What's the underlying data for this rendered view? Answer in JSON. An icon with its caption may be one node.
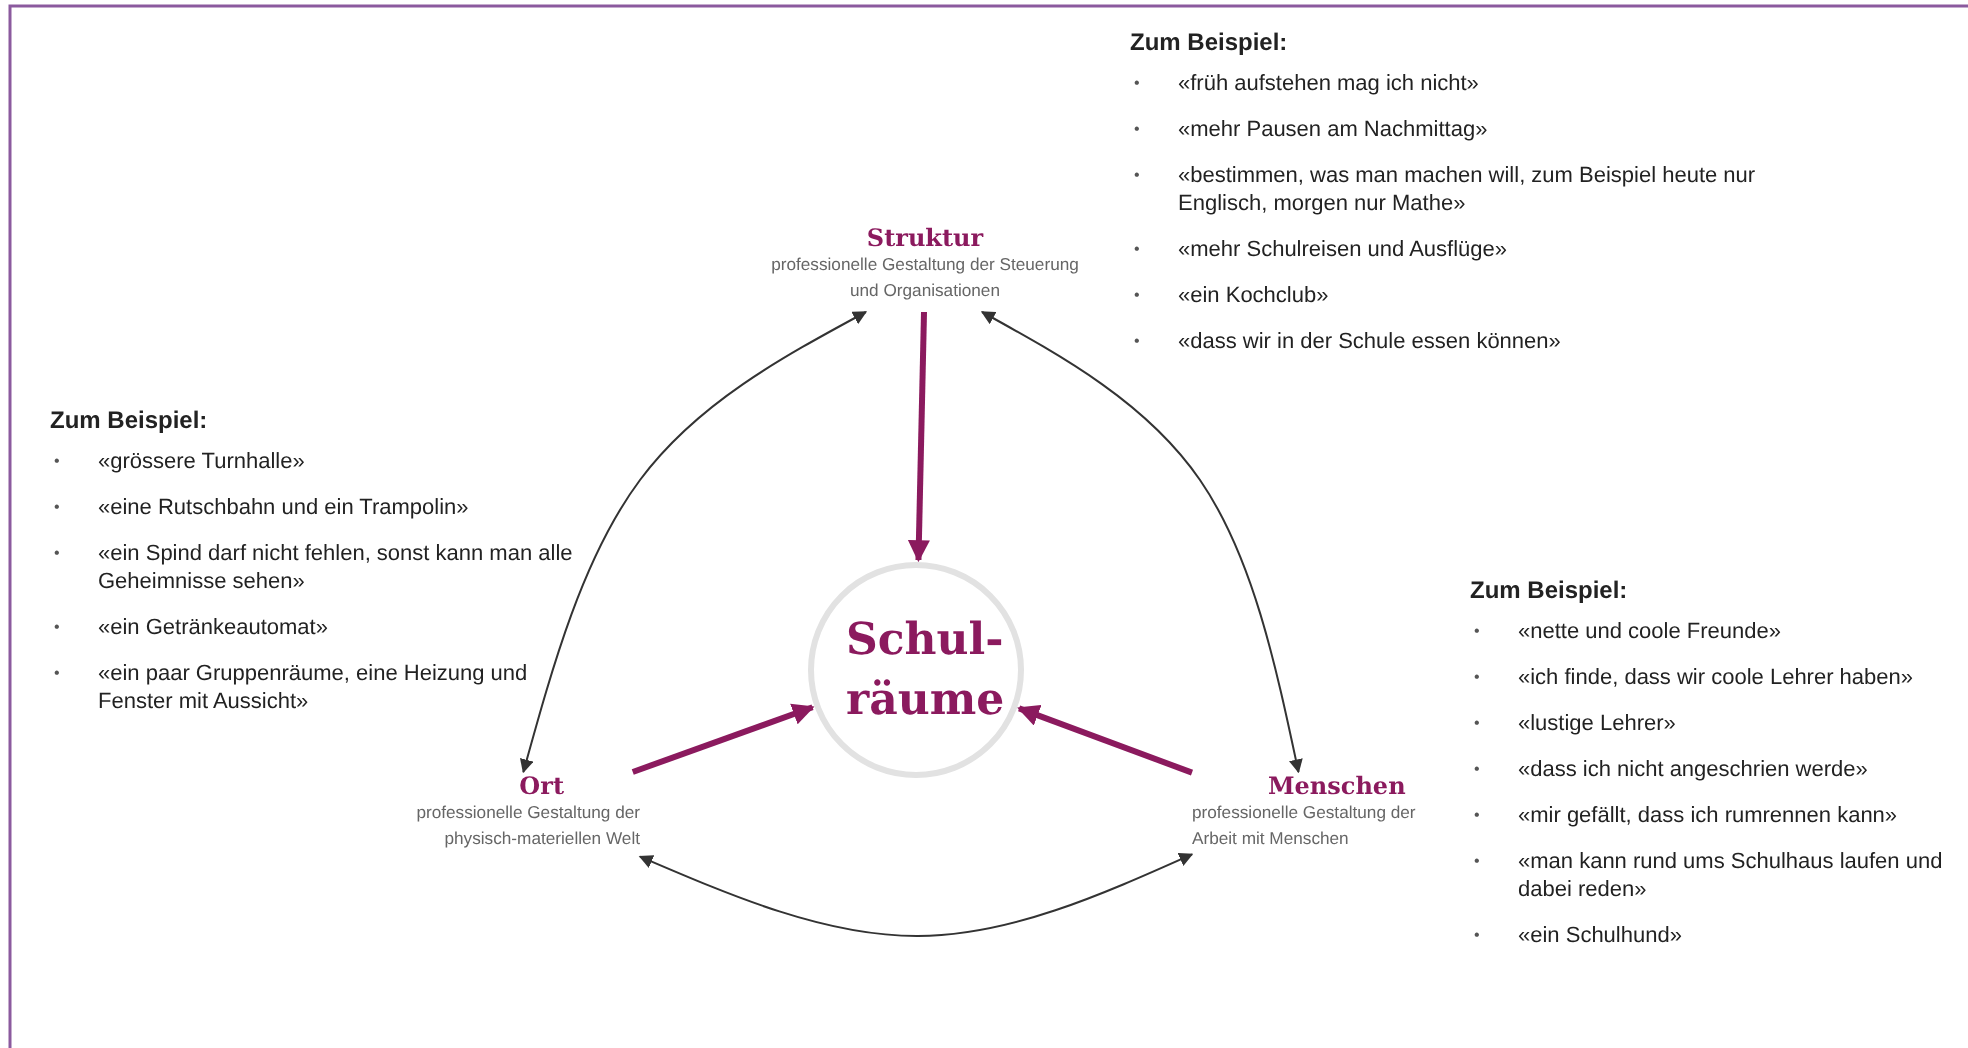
{
  "diagram": {
    "nodes": [
      {
        "text": [
          "Struktur",
          "professionelle Gestaltung der Steuerung und Organisationen"
        ]
      },
      {
        "text": [
          "Ort",
          "professionelle Gestaltung der physisch-materiellen Welt"
        ]
      },
      {
        "text": [
          "Menschen",
          "professionelle Gestaltung der Arbeit mit Menschen"
        ]
      },
      {
        "text": [
          "Schul- räume"
        ]
      }
    ],
    "edges": [
      {
        "from": 0,
        "to": 3,
        "arrow": "to",
        "style": "thick",
        "color": "#8b1a5e"
      },
      {
        "from": 1,
        "to": 3,
        "arrow": "to",
        "style": "thick",
        "color": "#8b1a5e"
      },
      {
        "from": 2,
        "to": 3,
        "arrow": "to",
        "style": "thick",
        "color": "#8b1a5e"
      },
      {
        "from": 0,
        "to": 1,
        "arrow": "both"
      },
      {
        "from": 0,
        "to": 2,
        "arrow": "both"
      },
      {
        "from": 1,
        "to": 2,
        "arrow": "both"
      }
    ],
    "labels": [
      "Zum Beispiel:",
      "•",
      "«früh aufstehen mag ich nicht»",
      "•",
      "«mehr Pausen am Nachmittag»",
      "•",
      "«bestimmen, was man machen will, zum Beispiel heute nur Englisch, morgen nur Mathe»",
      "•",
      "«mehr Schulreisen und Ausflüge»",
      "•",
      "«ein Kochclub»",
      "•",
      "«dass wir in der Schule essen können»",
      "Zum Beispiel:",
      "•",
      "«grössere Turnhalle»",
      "•",
      "«eine Rutschbahn und ein Trampolin»",
      "•",
      "«ein Spind darf nicht fehlen, sonst kann man alle Geheimnisse sehen»",
      "•",
      "«ein Getränkeautomat»",
      "•",
      "«ein paar Gruppenräume, eine Heizung und Fenster mit Aussicht»",
      "Zum Beispiel:",
      "•",
      "«nette und coole Freunde»",
      "•",
      "«ich finde, dass wir coole Lehrer haben»",
      "•",
      "«lustige Lehrer»",
      "•",
      "«dass ich nicht angeschrien werde»",
      "•",
      "«mir gefällt, dass ich rumrennen kann»",
      "•",
      "«man kann rund ums Schulhaus laufen und dabei reden»",
      "•",
      "«ein Schulhund»"
    ]
  }
}
